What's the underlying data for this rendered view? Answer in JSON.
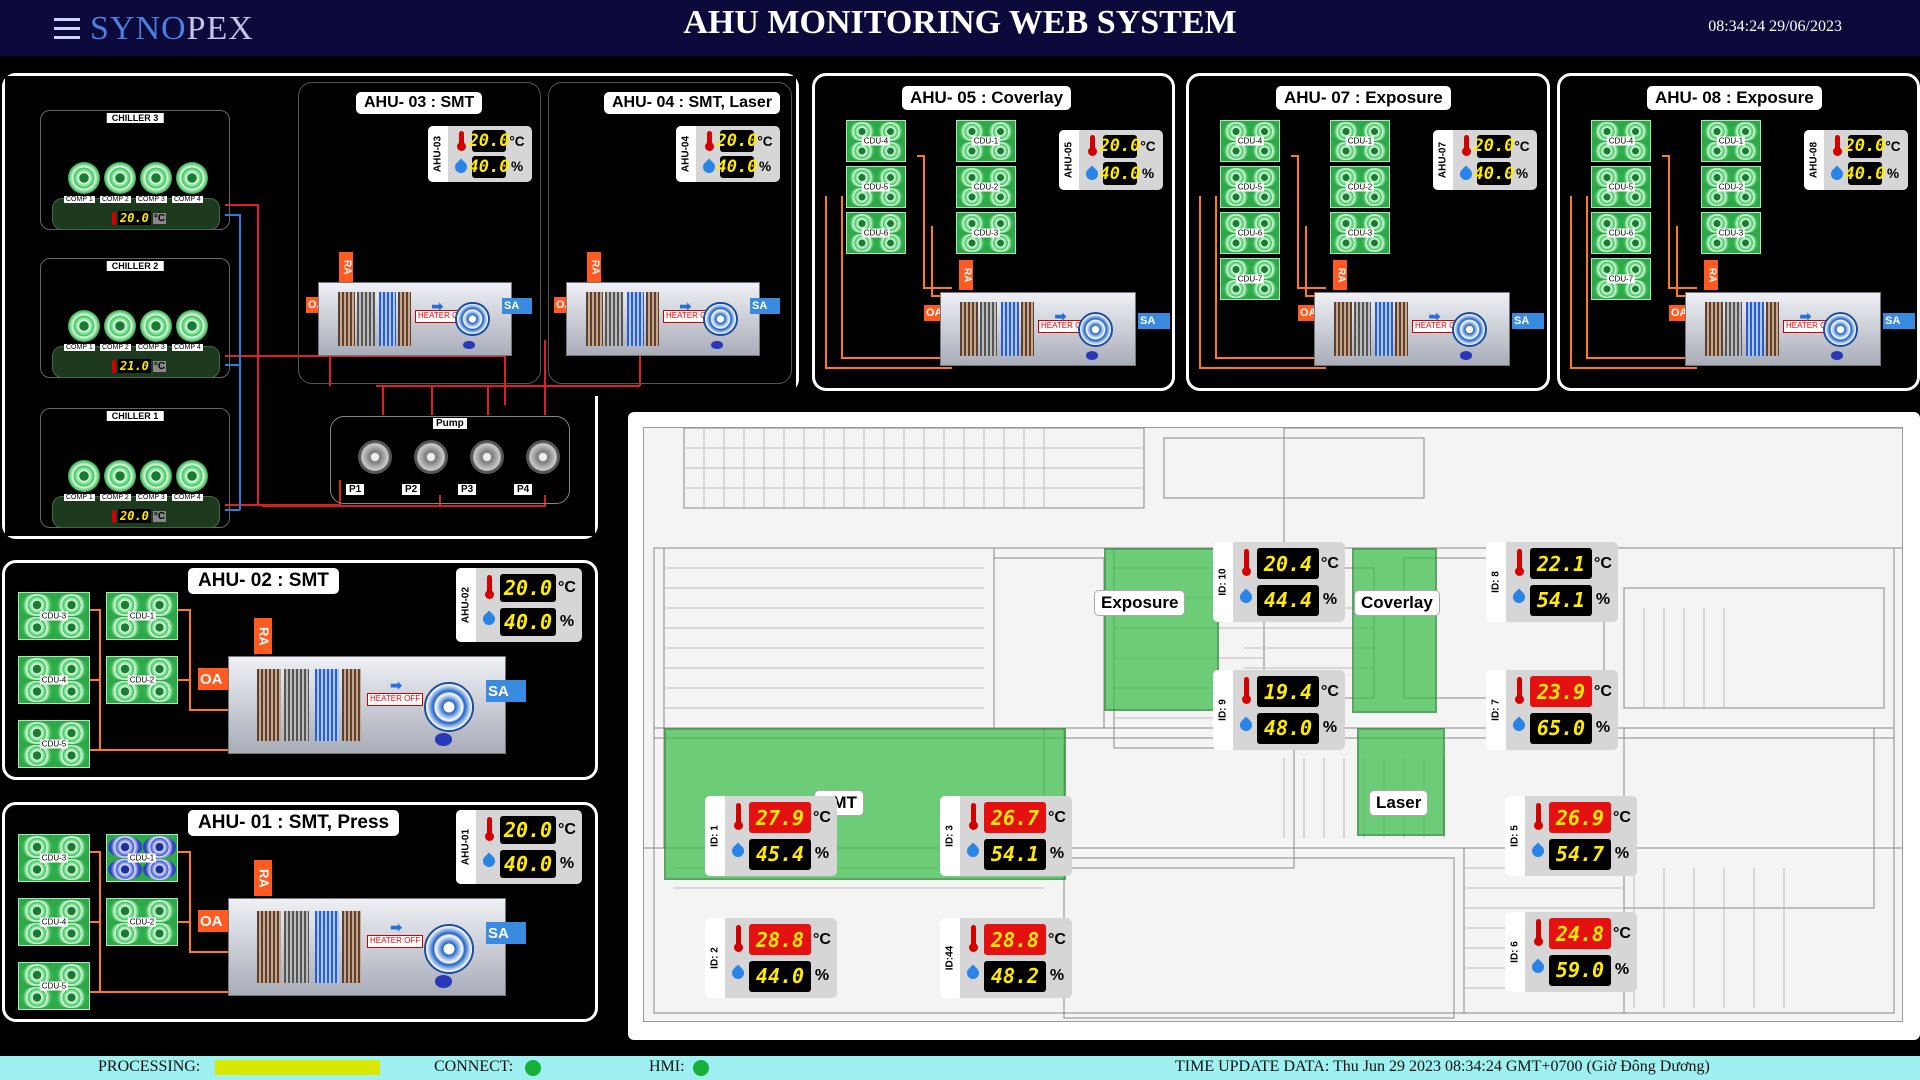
{
  "header": {
    "logo_syn": "SYNO",
    "logo_pex": "PEX",
    "title": "AHU MONITORING WEB SYSTEM",
    "datetime": "08:34:24 29/06/2023"
  },
  "colors": {
    "header_bg": "#0b0a3a",
    "status_bg": "#9ff0f0",
    "normal_value": "#ffeb00",
    "alarm_value": "#e51010",
    "zone_green": "#3fbf4f",
    "chilled_supply": "#e02020",
    "chilled_return": "#2c7ce0",
    "condenser_loop": "#ff7b1a"
  },
  "chillers": [
    {
      "name": "CHILLER 3",
      "temp": "20.0",
      "unit": "°C",
      "comps": [
        "COMP 1",
        "COMP 2",
        "COMP 3",
        "COMP 4"
      ]
    },
    {
      "name": "CHILLER 2",
      "temp": "21.0",
      "unit": "°C",
      "comps": [
        "COMP 1",
        "COMP 2",
        "COMP 3",
        "COMP 4"
      ]
    },
    {
      "name": "CHILLER 1",
      "temp": "20.0",
      "unit": "°C",
      "comps": [
        "COMP 1",
        "COMP 2",
        "COMP 3",
        "COMP 4"
      ]
    }
  ],
  "pump": {
    "label": "Pump",
    "names": [
      "P1",
      "P2",
      "P3",
      "P4"
    ]
  },
  "common": {
    "oa": "OA",
    "sa": "SA",
    "ra": "RA",
    "heater": "HEATER OFF",
    "celsius": "°C",
    "percent": "%"
  },
  "ahus": [
    {
      "key": "ahu03",
      "title": "AHU- 03 : SMT",
      "id": "AHU-03",
      "temp": "20.0",
      "hum": "40.0",
      "cdus": []
    },
    {
      "key": "ahu04",
      "title": "AHU- 04 : SMT, Laser",
      "id": "AHU-04",
      "temp": "20.0",
      "hum": "40.0",
      "cdus": []
    },
    {
      "key": "ahu05",
      "title": "AHU- 05 : Coverlay",
      "id": "AHU-05",
      "temp": "20.0",
      "hum": "40.0",
      "cdus": [
        "CDU-4",
        "CDU-1",
        "CDU-5",
        "CDU-2",
        "CDU-6",
        "CDU-3"
      ]
    },
    {
      "key": "ahu07",
      "title": "AHU- 07 : Exposure",
      "id": "AHU-07",
      "temp": "20.0",
      "hum": "40.0",
      "cdus": [
        "CDU-4",
        "CDU-1",
        "CDU-5",
        "CDU-2",
        "CDU-6",
        "CDU-3",
        "CDU-7"
      ]
    },
    {
      "key": "ahu08",
      "title": "AHU- 08 : Exposure",
      "id": "AHU-08",
      "temp": "20.0",
      "hum": "40.0",
      "cdus": [
        "CDU-4",
        "CDU-1",
        "CDU-5",
        "CDU-2",
        "CDU-6",
        "CDU-3",
        "CDU-7"
      ]
    },
    {
      "key": "ahu02",
      "title": "AHU- 02 : SMT",
      "id": "AHU-02",
      "temp": "20.0",
      "hum": "40.0",
      "cdus": [
        "CDU-3",
        "CDU-1",
        "CDU-4",
        "CDU-2",
        "CDU-5"
      ]
    },
    {
      "key": "ahu01",
      "title": "AHU- 01 : SMT, Press",
      "id": "AHU-01",
      "temp": "20.0",
      "hum": "40.0",
      "cdus": [
        "CDU-3",
        "CDU-1",
        "CDU-4",
        "CDU-2",
        "CDU-5"
      ]
    }
  ],
  "zones": {
    "exposure": "Exposure",
    "coverlay": "Coverlay",
    "smt": "SMT",
    "laser": "Laser"
  },
  "room_sensors": [
    {
      "id": "ID: 10",
      "temp": "20.4",
      "hum": "44.4",
      "alarm": false
    },
    {
      "id": "ID: 8",
      "temp": "22.1",
      "hum": "54.1",
      "alarm": false
    },
    {
      "id": "ID: 9",
      "temp": "19.4",
      "hum": "48.0",
      "alarm": false
    },
    {
      "id": "ID: 7",
      "temp": "23.9",
      "hum": "65.0",
      "alarm": true
    },
    {
      "id": "ID: 1",
      "temp": "27.9",
      "hum": "45.4",
      "alarm": true
    },
    {
      "id": "ID: 3",
      "temp": "26.7",
      "hum": "54.1",
      "alarm": true
    },
    {
      "id": "ID: 5",
      "temp": "26.9",
      "hum": "54.7",
      "alarm": true
    },
    {
      "id": "ID: 2",
      "temp": "28.8",
      "hum": "44.0",
      "alarm": true
    },
    {
      "id": "ID:44",
      "temp": "28.8",
      "hum": "48.2",
      "alarm": true
    },
    {
      "id": "ID: 6",
      "temp": "24.8",
      "hum": "59.0",
      "alarm": true
    }
  ],
  "status": {
    "processing_label": "PROCESSING:",
    "processing_level": 1.0,
    "connect_label": "CONNECT:",
    "hmi_label": "HMI:",
    "update_text": "TIME UPDATE DATA: Thu Jun 29 2023 08:34:24 GMT+0700 (Giờ Đông Dương)"
  }
}
